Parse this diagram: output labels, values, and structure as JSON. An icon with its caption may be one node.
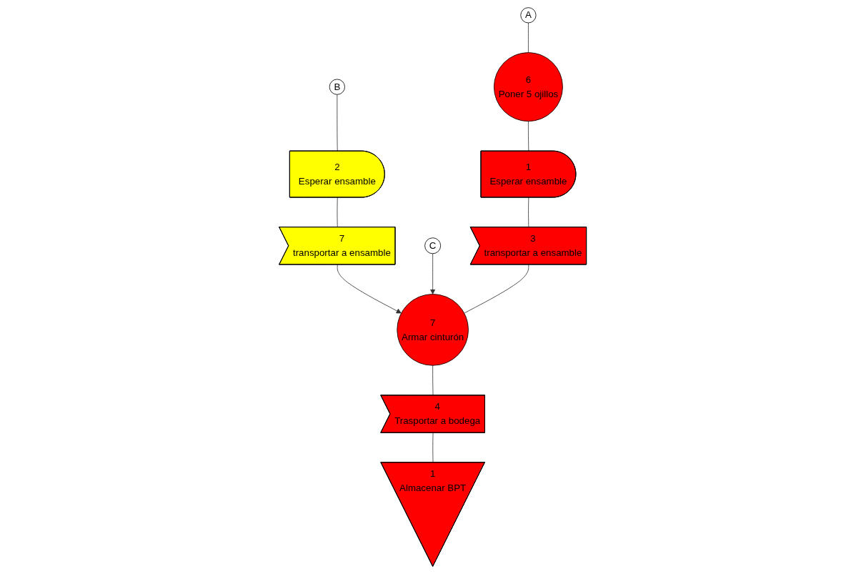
{
  "diagram": {
    "nodes": [
      {
        "text": [
          "C"
        ]
      },
      {
        "text": [
          "B"
        ]
      },
      {
        "text": [
          "A"
        ]
      },
      {
        "text": [
          "2",
          "Esperar ensamble"
        ]
      },
      {
        "text": [
          "7",
          "transportar a ensamble"
        ]
      },
      {
        "text": [
          "6",
          "Poner 5 ojillos"
        ]
      },
      {
        "text": [
          "1",
          "Esperar ensamble"
        ]
      },
      {
        "text": [
          "3",
          "transportar a ensamble"
        ]
      },
      {
        "text": [
          "7",
          "Armar cinturón"
        ]
      },
      {
        "text": [
          "4",
          "Trasportar a bodega"
        ]
      },
      {
        "text": [
          "1",
          "Almacenar BPT"
        ]
      }
    ],
    "edges": [
      {
        "from": 1,
        "to": 3,
        "arrow": "none"
      },
      {
        "from": 3,
        "to": 4,
        "arrow": "none"
      },
      {
        "from": 4,
        "to": 8,
        "arrow": "to"
      },
      {
        "from": 0,
        "to": 8,
        "arrow": "to"
      },
      {
        "from": 2,
        "to": 5,
        "arrow": "none"
      },
      {
        "from": 5,
        "to": 6,
        "arrow": "none"
      },
      {
        "from": 6,
        "to": 7,
        "arrow": "none"
      },
      {
        "from": 7,
        "to": 8,
        "arrow": "none"
      },
      {
        "from": 8,
        "to": 9,
        "arrow": "none"
      },
      {
        "from": 9,
        "to": 10,
        "arrow": "none"
      }
    ]
  }
}
